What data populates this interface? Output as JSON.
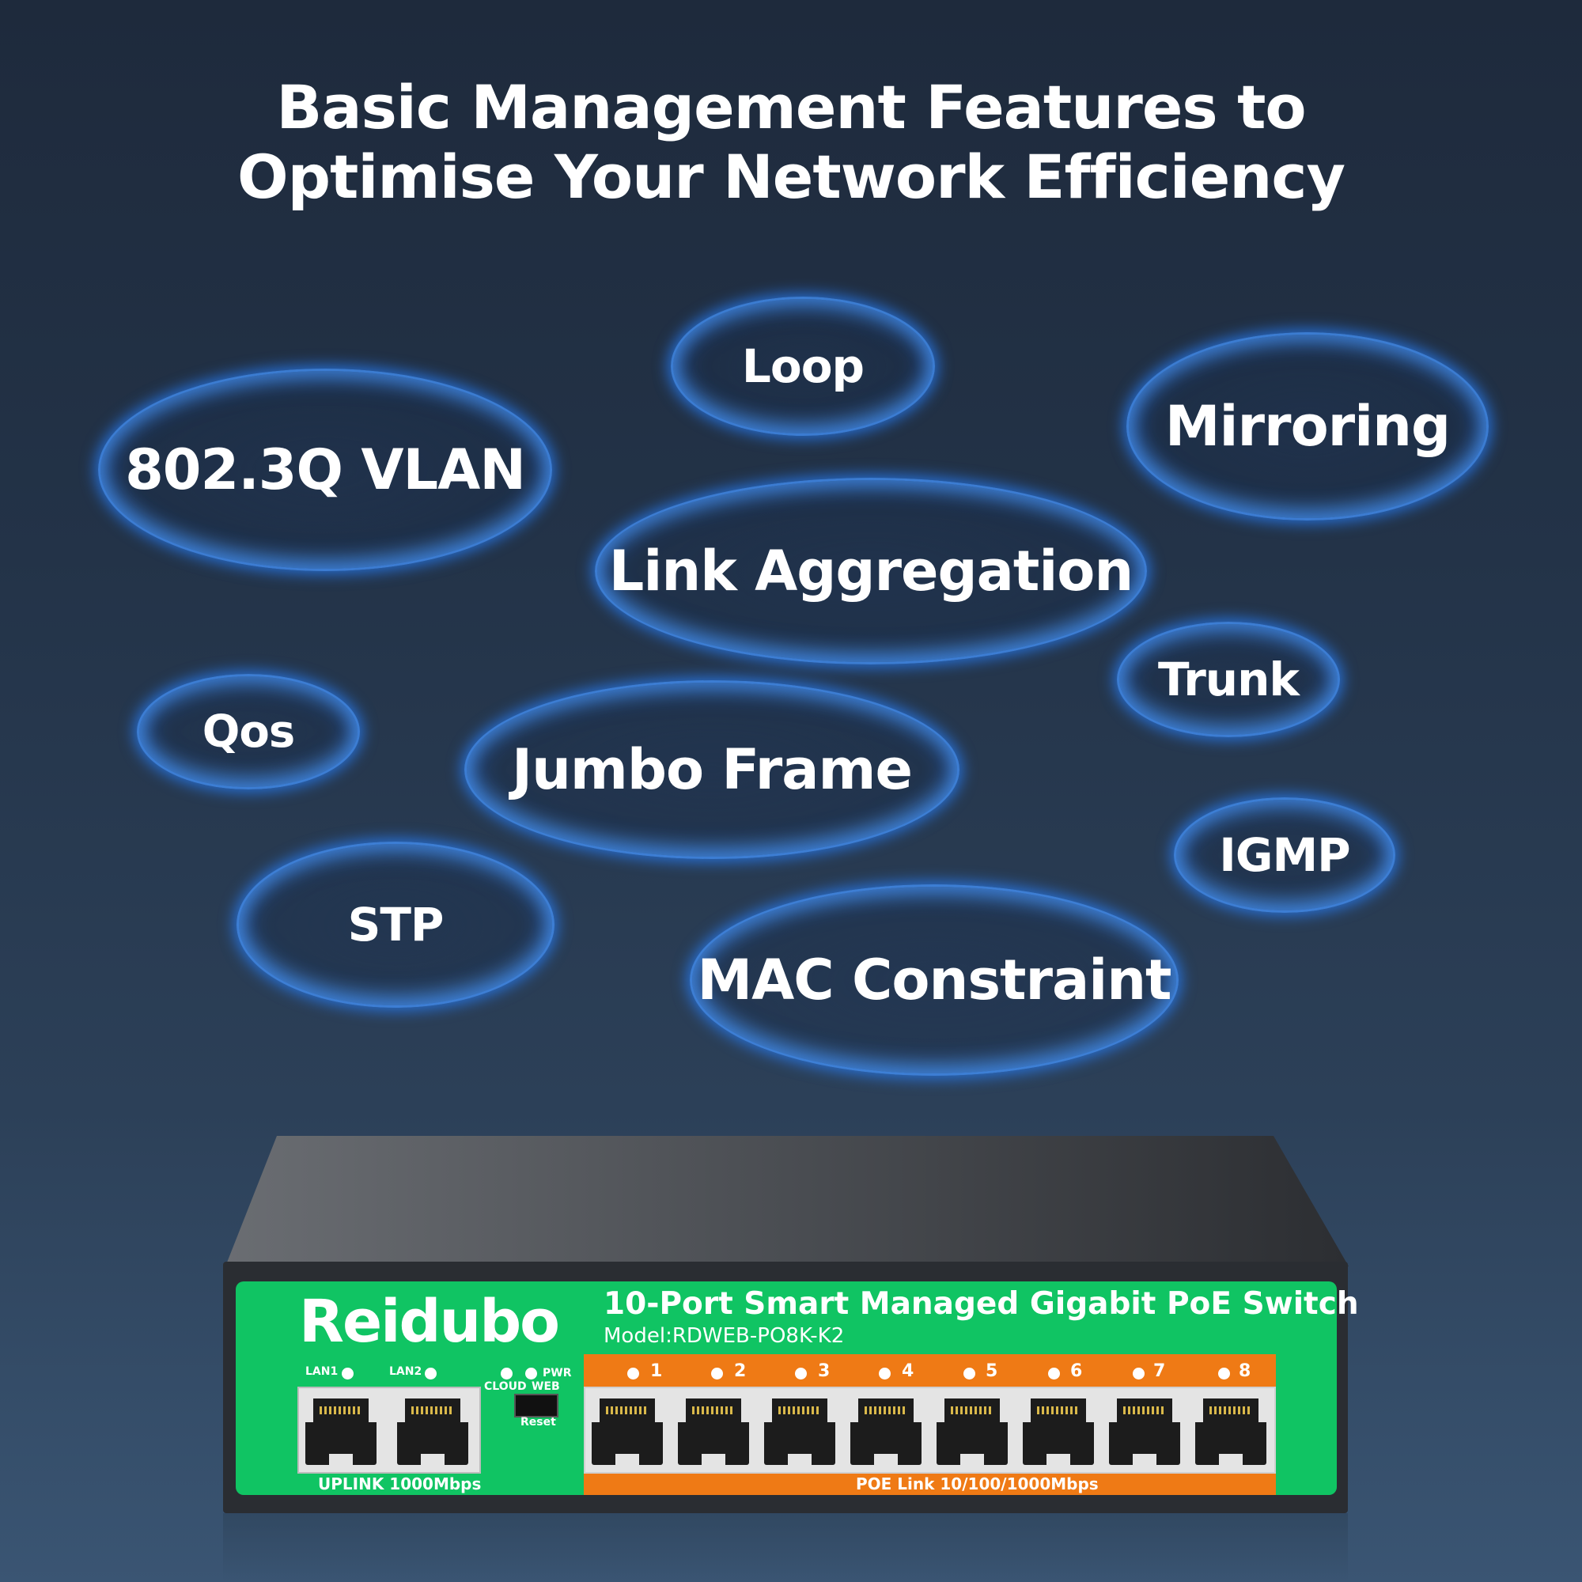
{
  "headline": {
    "line1": "Basic Management Features to",
    "line2": "Optimise Your Network Efficiency"
  },
  "features": [
    "Loop",
    "802.3Q VLAN",
    "Mirroring",
    "Link Aggregation",
    "Trunk",
    "Qos",
    "Jumbo Frame",
    "IGMP",
    "STP",
    "MAC Constraint"
  ],
  "switch": {
    "brand": "Reidubo",
    "title": "10-Port Smart Managed Gigabit PoE Switch",
    "model": "Model:RDWEB-PO8K-K2",
    "uplink_labels": [
      "LAN1",
      "LAN2"
    ],
    "indicator_labels": {
      "cloud": "CLOUD",
      "web": "WEB",
      "pwr": "PWR",
      "reset": "Reset"
    },
    "port_numbers": [
      "1",
      "2",
      "3",
      "4",
      "5",
      "6",
      "7",
      "8"
    ],
    "uplink_caption": "UPLINK 1000Mbps",
    "poe_caption": "POE Link 10/100/1000Mbps"
  },
  "colors": {
    "panel_green": "#10c463",
    "poe_orange": "#ef7a15",
    "glow_blue": "#2f8cff"
  }
}
